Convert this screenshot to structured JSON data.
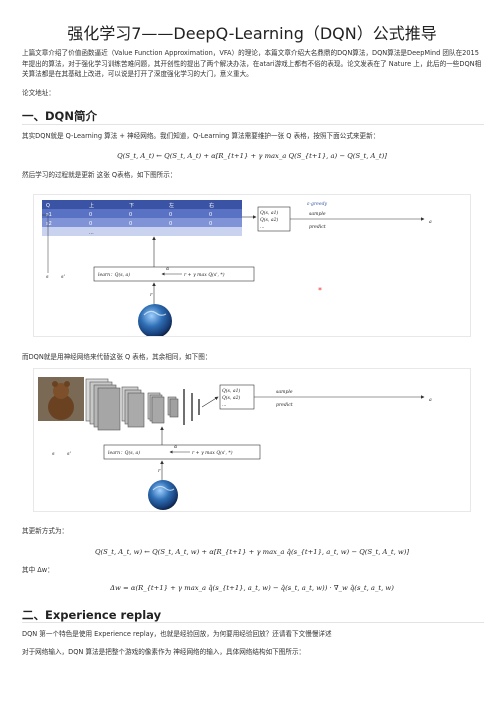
{
  "title": "强化学习7——DeepQ-Learning（DQN）公式推导",
  "intro": "上篇文章介绍了价值函数逼近（Value Function Approximation，VFA）的理论，本篇文章介绍大名鼎鼎的DQN算法，DQN算法是DeepMind 团队在2015年提出的算法，对于强化学习训练苦难问题，其开创性的提出了两个解决办法，在atari游戏上都有不俗的表现。论文发表在了 Nature 上，此后的一些DQN相关算法都是在其基础上改进，可以说是打开了深度强化学习的大门，意义重大。",
  "paper_link": "论文地址：",
  "section1": {
    "heading": "一、DQN简介",
    "p1": "其实DQN就是 Q-Learning 算法 + 神经网络。我们知道，Q-Learning 算法需要维护一张 Q 表格，按照下面公式来更新：",
    "formula1": "Q(S_t, A_t) ← Q(S_t, A_t) + α[R_{t+1} + γ max_a Q(S_{t+1}, a) − Q(S_t, A_t)]",
    "p2": "然后学习的过程就是更新 这张 Q表格，如下图所示：",
    "p3": "而DQN就是用神经网络来代替这张 Q 表格，其余相同，如下图：",
    "p4": "其更新方式为：",
    "formula2": "Q(S_t, A_t, w) ← Q(S_t, A_t, w) + α[R_{t+1} + γ max_a q̂(s_{t+1}, a_t, w) − Q(S_t, A_t, w)]",
    "p5": "其中 Δw：",
    "formula3": "Δw = α(R_{t+1} + γ max_a q̂(s_{t+1}, a_t, w) − q̂(s_t, a_t, w)) · ∇_w q̂(s_t, a_t, w)"
  },
  "section2": {
    "heading": "二、Experience replay",
    "p1": "DQN 第一个特色是使用 Experience replay，也就是经验回放，为何要用经验回放？还请看下文慢慢详述",
    "p2": "对于网络输入，DQN 算法是把整个游戏的像素作为 神经网络的输入，具体网络结构如下图所示："
  },
  "figure1": {
    "table_headers": [
      "Q",
      "上",
      "下",
      "左",
      "右"
    ],
    "table_rows": [
      [
        "s1",
        "0",
        "0",
        "0",
        "0"
      ],
      [
        "s2",
        "0",
        "0",
        "0",
        "0"
      ],
      [
        "...",
        "",
        "",
        "",
        ""
      ]
    ],
    "q_items": [
      "Q(s, a1)",
      "Q(s, a2)",
      "..."
    ],
    "egreedy": "ε-greedy",
    "sample": "sample",
    "predict": "predict",
    "action": "a",
    "learn": "learn：Q(s, a)",
    "target": "r + γ max Q(s', *)",
    "alpha": "α",
    "state": "s",
    "next_state": "s'",
    "reward": "r"
  },
  "figure2": {
    "q_items": [
      "Q(s, a1)",
      "Q(s, a2)",
      "..."
    ],
    "sample": "sample",
    "predict": "predict",
    "action": "a",
    "learn": "learn：Q(s, a)",
    "target": "r + γ max Q(s', *)",
    "alpha": "α",
    "state": "s",
    "next_state": "s'",
    "reward": "r"
  }
}
